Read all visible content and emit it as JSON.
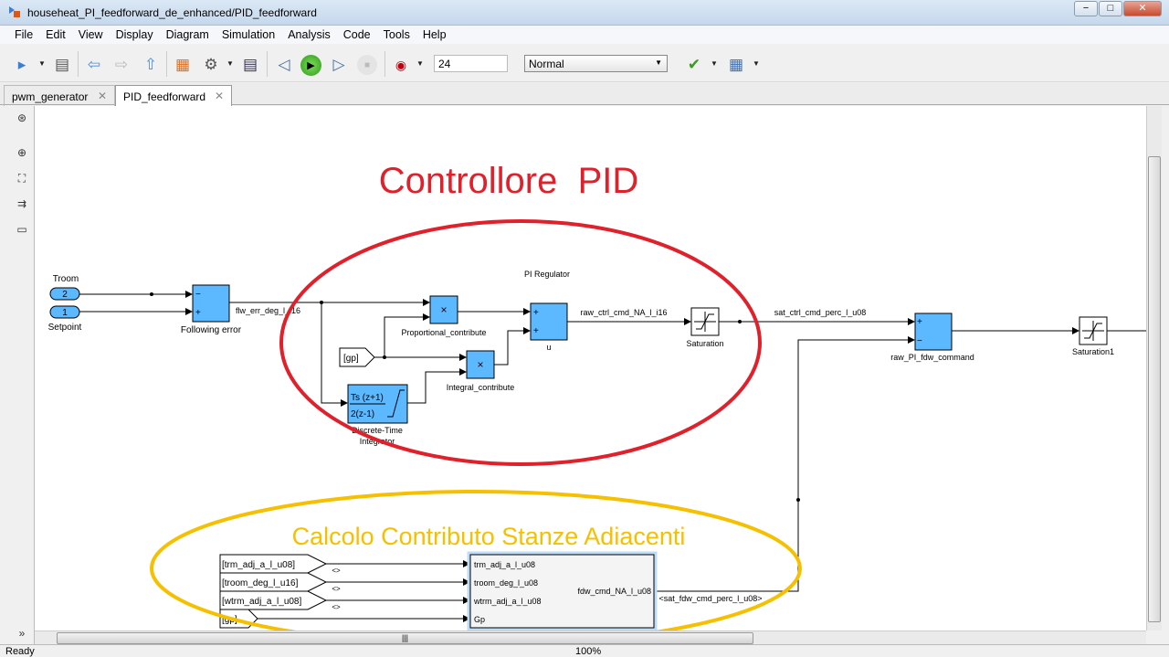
{
  "window": {
    "title": "househeat_PI_feedforward_de_enhanced/PID_feedforward",
    "min": "−",
    "max": "□",
    "close": "✕"
  },
  "menu": [
    "File",
    "Edit",
    "View",
    "Display",
    "Diagram",
    "Simulation",
    "Analysis",
    "Code",
    "Tools",
    "Help"
  ],
  "toolbar": {
    "stop_time": "24",
    "sim_mode": "Normal"
  },
  "tabs": [
    {
      "label": "pwm_generator",
      "close": "✕"
    },
    {
      "label": "PID_feedforward",
      "close": "✕"
    }
  ],
  "diagram": {
    "annotation_pid": "Controllore  PID",
    "annotation_adj": "Calcolo Contributo Stanze Adiacenti",
    "colors": {
      "block": "#5cb8ff",
      "red": "#e0202a",
      "yellow": "#f6c000"
    },
    "inports": [
      {
        "num": "2",
        "label": "Troom"
      },
      {
        "num": "1",
        "label": "Setpoint"
      }
    ],
    "following_error": {
      "label": "Following error",
      "minus": "−",
      "plus": "+"
    },
    "signal_err": "flw_err_deg_l_i16",
    "pi_regulator_label": "PI Regulator",
    "prop": {
      "label": "Proportional_contribute",
      "op": "×"
    },
    "integ": {
      "label": "Integral_contribute",
      "op": "×"
    },
    "gp_tag": "[gp]",
    "integrator": {
      "num": "Ts (z+1)",
      "den": "2(z-1)",
      "label1": "Discrete-Time",
      "label2": "Integrator"
    },
    "sum_u": {
      "label": "u",
      "p1": "+",
      "p2": "+"
    },
    "signal_raw": "raw_ctrl_cmd_NA_l_i16",
    "saturation": "Saturation",
    "signal_sat": "sat_ctrl_cmd_perc_l_u08",
    "raw_pi": {
      "label": "raw_PI_fdw_command",
      "p": "+",
      "m": "−"
    },
    "saturation1": "Saturation1",
    "from_tags": [
      "[trm_adj_a_l_u08]",
      "[troom_deg_l_u16]",
      "[wtrm_adj_a_l_u08]",
      "[gp]"
    ],
    "bus_marks": [
      "<>",
      "<>",
      "<>"
    ],
    "subsystem": {
      "inputs": [
        "trm_adj_a_l_u08",
        "troom_deg_l_u08",
        "wtrm_adj_a_l_u08",
        "Gp"
      ],
      "output": "fdw_cmd_NA_l_u08"
    },
    "signal_fdw": "<sat_fdw_cmd_perc_l_u08>"
  },
  "status": {
    "left": "Ready",
    "zoom": "100%"
  },
  "hscroll_grip": "|||"
}
